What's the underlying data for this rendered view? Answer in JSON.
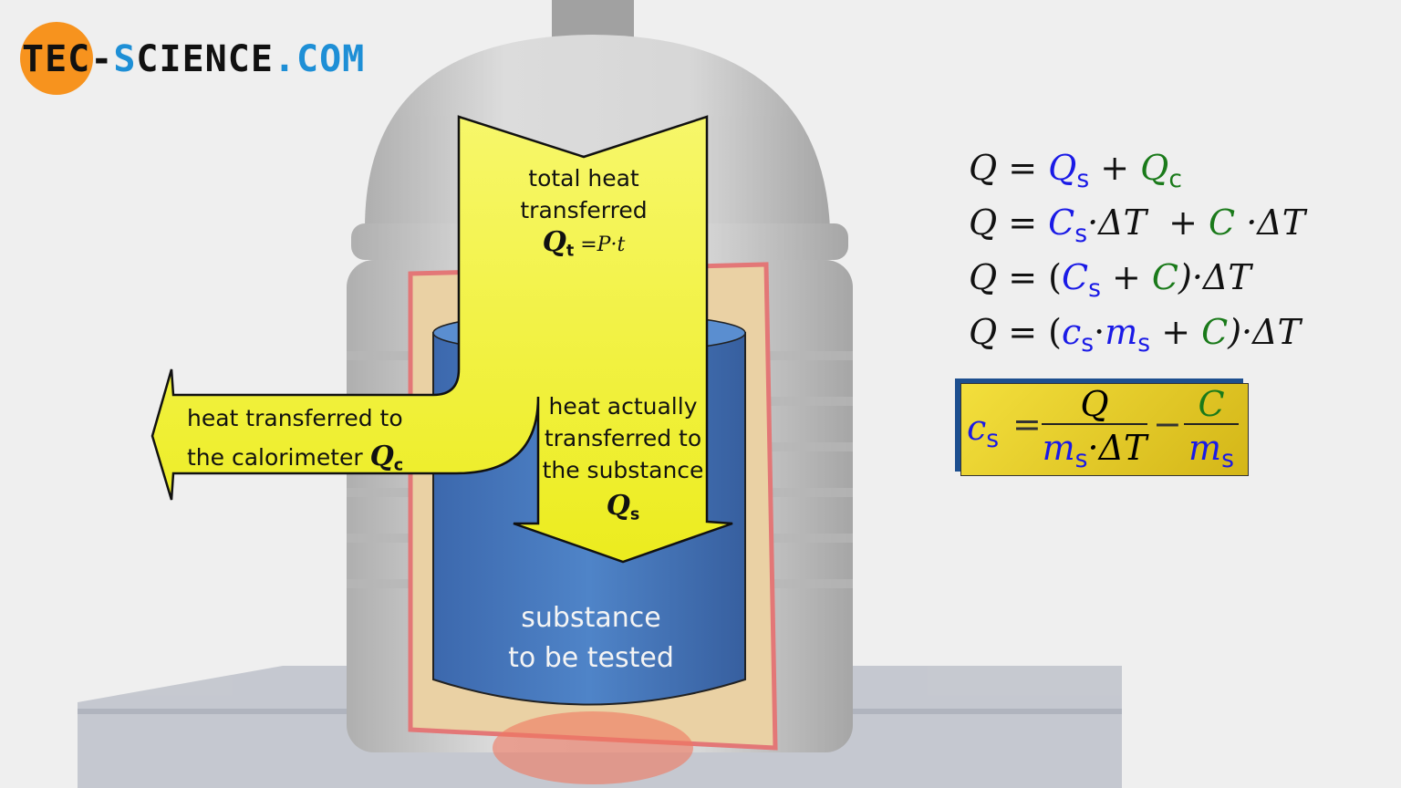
{
  "logo": {
    "part1": "TEC-",
    "part2": "S",
    "part3": "CIENCE",
    "part4": ".COM"
  },
  "arrows": {
    "total": {
      "line1": "total heat",
      "line2": "transferred",
      "symbol": "Q",
      "sub": "t",
      "formula": " =P·t"
    },
    "calorimeter": {
      "line1": "heat transferred to",
      "line2": "the calorimeter",
      "symbol": "Q",
      "sub": "c"
    },
    "substance_heat": {
      "line1": "heat actually",
      "line2": "transferred to",
      "line3": "the substance",
      "symbol": "Q",
      "sub": "s"
    }
  },
  "vessel_label": {
    "line1": "substance",
    "line2": "to be tested"
  },
  "equations": {
    "eq1": {
      "lhs": "Q",
      "eq": " = ",
      "t1": "Q",
      "t1sub": "s",
      "op": " + ",
      "t2": "Q",
      "t2sub": "c"
    },
    "eq2": {
      "lhs": "Q",
      "eq": " = ",
      "t1": "C",
      "t1sub": "s",
      "mid": "·ΔT  + ",
      "t2": "C",
      "end": " ·ΔT"
    },
    "eq3": {
      "lhs": "Q",
      "eq": " = (",
      "t1": "C",
      "t1sub": "s",
      "op": " + ",
      "t2": "C",
      "end": ")·ΔT"
    },
    "eq4": {
      "lhs": "Q",
      "eq": " = (",
      "t1": "c",
      "t1sub": "s",
      "dot": "·",
      "t1b": "m",
      "t1bsub": "s",
      "op": " + ",
      "t2": "C",
      "end": ")·ΔT"
    },
    "result": {
      "lhs": "c",
      "lhssub": "s",
      "eq": "=",
      "num1": "Q",
      "den1": "m",
      "den1sub": "s",
      "den1end": "·ΔT",
      "minus": "−",
      "num2": "C",
      "den2": "m",
      "den2sub": "s"
    }
  },
  "colors": {
    "arrow": "#f4f43c",
    "substance": "#3f72b8",
    "accent_blue": "#1a1ae6",
    "accent_green": "#1a7a1a",
    "logo_orange": "#f7931e",
    "logo_blue": "#1e8fd6"
  }
}
